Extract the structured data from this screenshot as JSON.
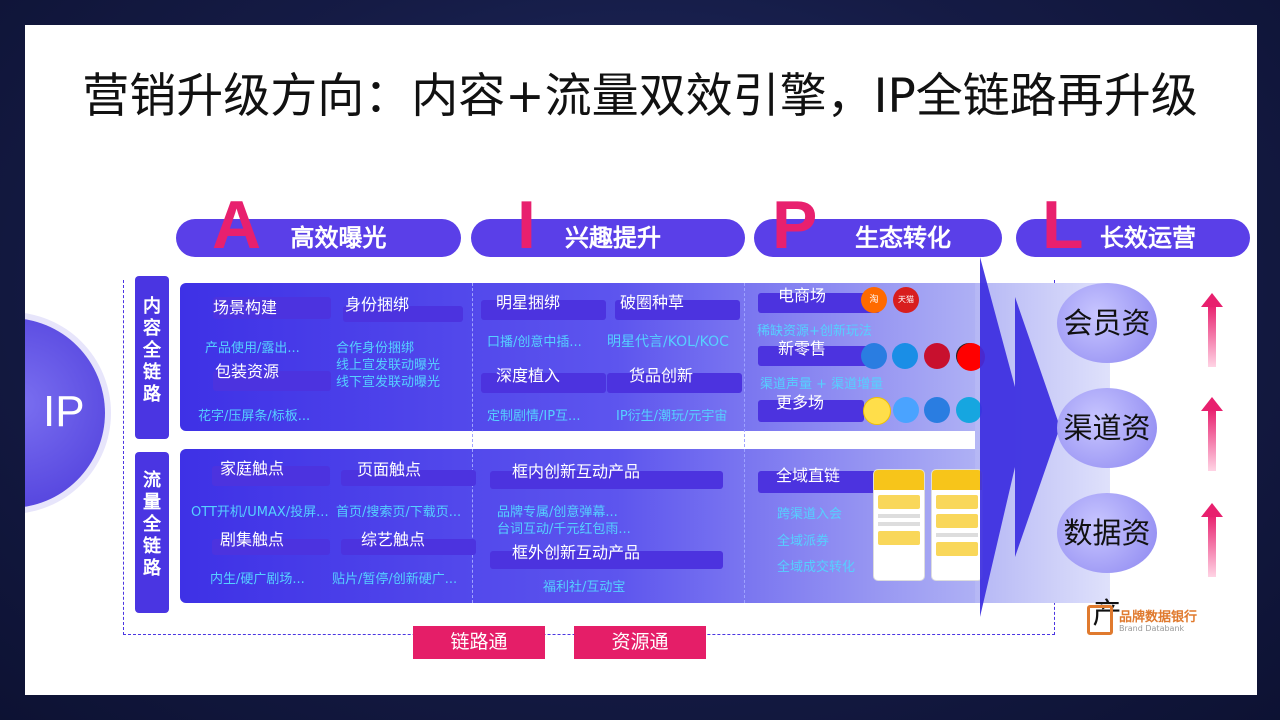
{
  "slide": {
    "title": "营销升级方向：内容+流量双效引擎，IP全链路再升级"
  },
  "ip_label": "IP",
  "phases": [
    {
      "letter": "A",
      "title": "高效曝光"
    },
    {
      "letter": "I",
      "title": "兴趣提升"
    },
    {
      "letter": "P",
      "title": "生态转化"
    },
    {
      "letter": "L",
      "title": "长效运营"
    }
  ],
  "rows": [
    {
      "label": "内容全链路"
    },
    {
      "label": "流量全链路"
    }
  ],
  "content": {
    "a": {
      "t1": "场景构建",
      "t2": "身份捆绑",
      "s1": "产品使用/露出...",
      "s2a": "合作身份捆绑",
      "s2b": "线上宣发联动曝光",
      "s2c": "线下宣发联动曝光",
      "t3": "包装资源",
      "s3": "花字/压屏条/标板..."
    },
    "i": {
      "t1": "明星捆绑",
      "t2": "破圈种草",
      "s1": "口播/创意中插...",
      "s2": "明星代言/KOL/KOC",
      "t3": "深度植入",
      "t4": "货品创新",
      "s3": "定制剧情/IP互...",
      "s4": "IP衍生/潮玩/元宇宙"
    },
    "p": {
      "t1": "电商场",
      "s1": "稀缺资源+创新玩法",
      "t2": "新零售",
      "s2": "渠道声量 + 渠道增量",
      "t3": "更多场",
      "logos": {
        "taobao": "淘",
        "tmall": "天猫"
      }
    }
  },
  "traffic": {
    "a": {
      "t1": "家庭触点",
      "t2": "页面触点",
      "s1": "OTT开机/UMAX/投屏...",
      "s2": "首页/搜索页/下载页...",
      "t3": "剧集触点",
      "t4": "综艺触点",
      "s3": "内生/硬广剧场...",
      "s4": "贴片/暂停/创新硬广..."
    },
    "i": {
      "t1": "框内创新互动产品",
      "s1a": "品牌专属/创意弹幕...",
      "s1b": "台词互动/千元红包雨...",
      "t2": "框外创新互动产品",
      "s2": "福利社/互动宝"
    },
    "p": {
      "t1": "全域直链",
      "s1": "跨渠道入会",
      "s2": "全域派券",
      "s3": "全域成交转化"
    }
  },
  "assets": [
    "会员资产",
    "渠道资产",
    "数据资产"
  ],
  "buttons": {
    "link": "链路通",
    "resource": "资源通"
  },
  "brand": {
    "name": "品牌数据银行",
    "sub": "Brand Databank"
  },
  "colors": {
    "accent": "#e8206e",
    "primary": "#5a3fe8",
    "subtext": "#56d0ff"
  }
}
